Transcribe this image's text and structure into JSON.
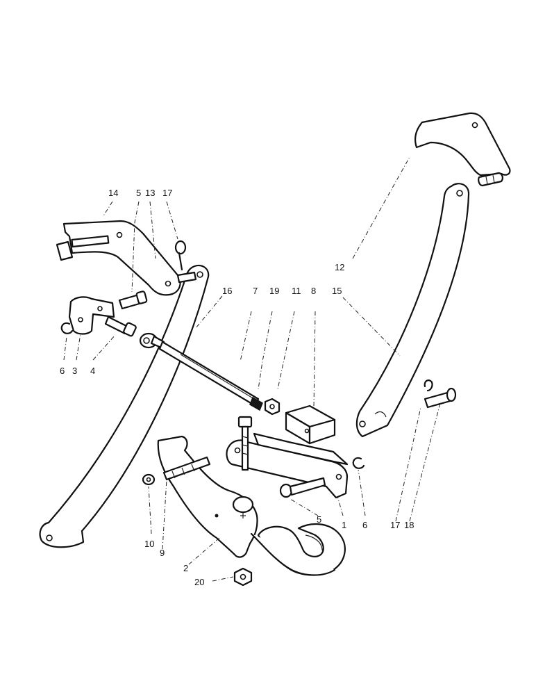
{
  "callouts": {
    "c14": "14",
    "c5a": "5",
    "c13": "13",
    "c17a": "17",
    "c12": "12",
    "c15": "15",
    "c16": "16",
    "c7": "7",
    "c19": "19",
    "c11": "11",
    "c8": "8",
    "c6a": "6",
    "c3": "3",
    "c4": "4",
    "c10": "10",
    "c9": "9",
    "c2": "2",
    "c20": "20",
    "c5b": "5",
    "c1": "1",
    "c6b": "6",
    "c17b": "17",
    "c18": "18"
  }
}
